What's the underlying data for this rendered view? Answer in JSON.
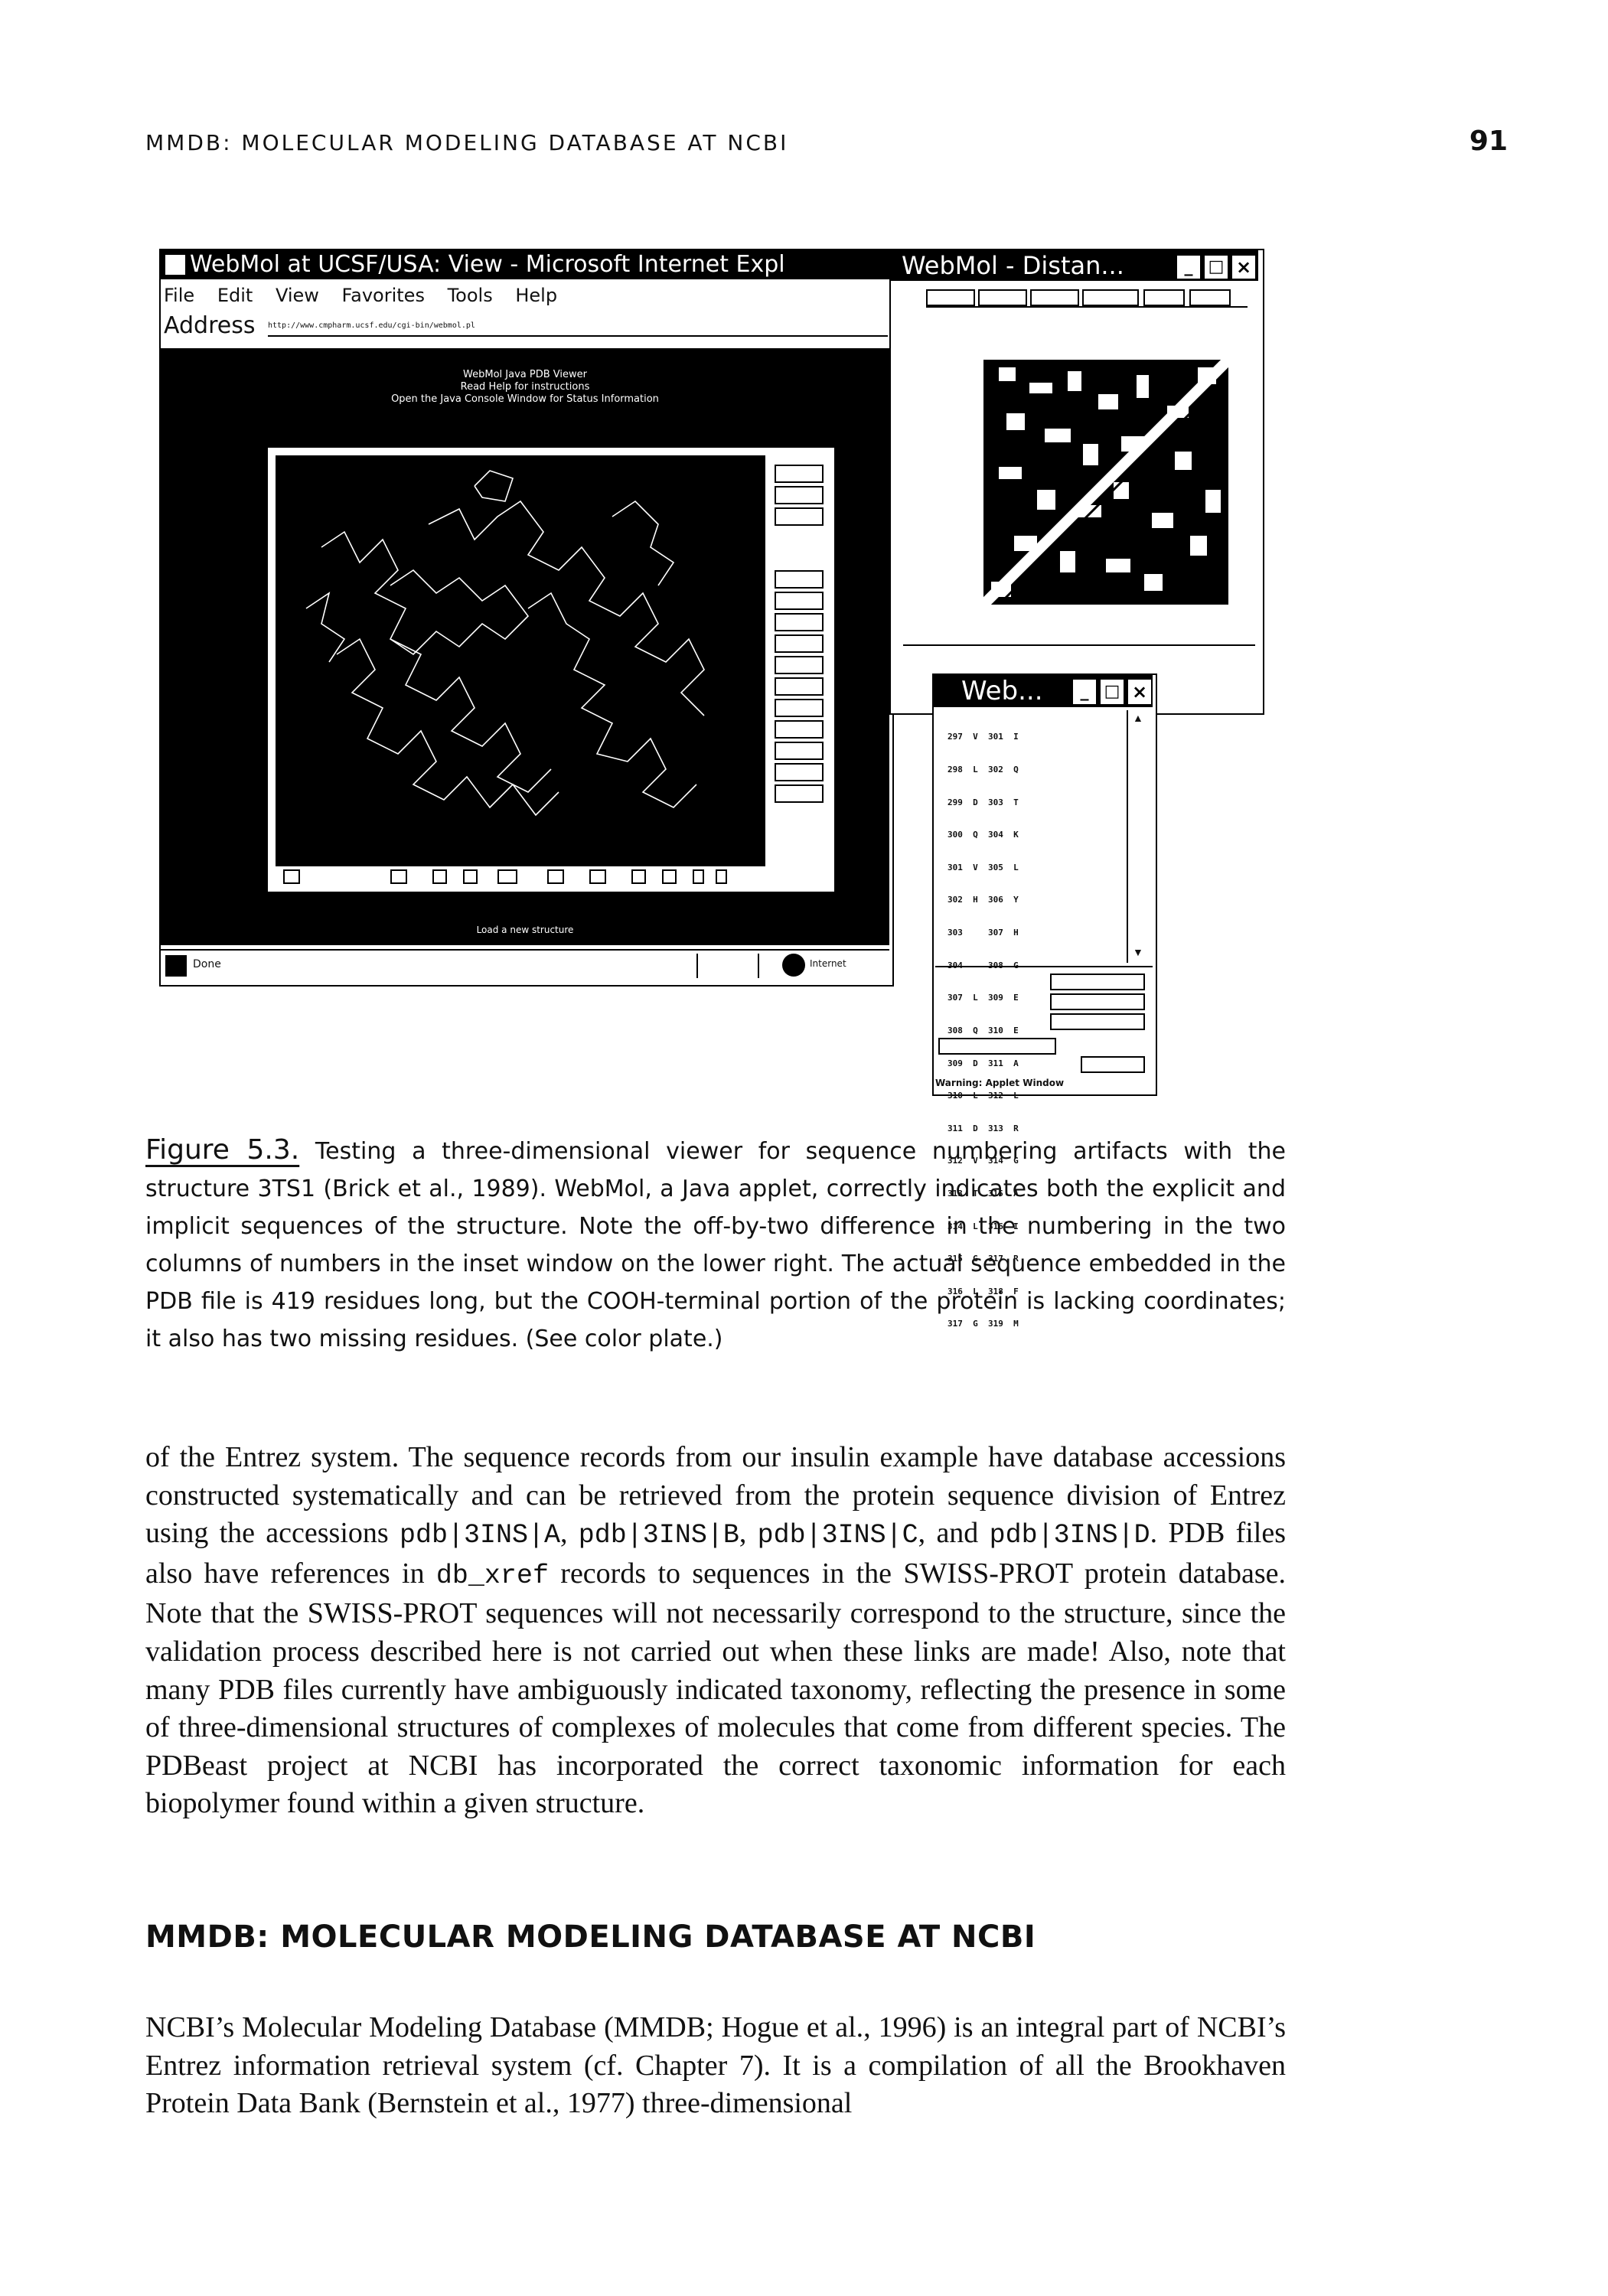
{
  "running_head": {
    "title": "MMDB: MOLECULAR MODELING DATABASE AT NCBI",
    "page_number": "91"
  },
  "figure": {
    "ie_window": {
      "title": "WebMol at UCSF/USA: View - Microsoft Internet Expl",
      "menu": [
        "File",
        "Edit",
        "View",
        "Favorites",
        "Tools",
        "Help"
      ],
      "address_label": "Address",
      "address_value": "http://www.cmpharm.ucsf.edu/cgi-bin/webmol.pl",
      "applet_heading": [
        "WebMol Java PDB Viewer",
        "Read Help for instructions",
        "Open the Java Console Window for Status Information"
      ],
      "side_buttons": [
        "",
        "",
        "",
        "",
        "",
        "",
        "",
        "",
        "",
        "",
        "",
        "",
        "",
        ""
      ],
      "status_line": "Load a new structure",
      "done_label": "Done",
      "zone_label": "Internet"
    },
    "distance_window": {
      "title": "WebMol - Distan...",
      "controls": [
        "_",
        "□",
        "×"
      ]
    },
    "sequence_window": {
      "title": "Web...",
      "controls": [
        "_",
        "□",
        "×"
      ],
      "warning": "Warning: Applet Window",
      "rows": [
        "297  V  301  I",
        "298  L  302  Q",
        "299  D  303  T",
        "300  Q  304  K",
        "301  V  305  L",
        "302  H  306  Y",
        "303     307  H",
        "304     308  G",
        "307  L  309  E",
        "308  Q  310  E",
        "309  D  311  A",
        "310  L  312  L",
        "311  D  313  R",
        "312  V  314  G",
        "313  T  315  A",
        "314  L  316  I",
        "315  G  317  R",
        "316  L  318  F",
        "317  G  319  M"
      ]
    }
  },
  "caption": {
    "label": "Figure 5.3.",
    "text": "Testing a three-dimensional viewer for sequence numbering artifacts with the structure 3TS1 (Brick et al., 1989). WebMol, a Java applet, correctly indicates both the explicit and implicit sequences of the structure. Note the off-by-two difference in the numbering in the two columns of numbers in the inset window on the lower right. The actual sequence embedded in the PDB file is 419 residues long, but the COOH-terminal portion of the protein is lacking coordinates; it also has two missing residues. (See color plate.)"
  },
  "body": {
    "p1_part1": "of the Entrez system. The sequence records from our insulin example have database accessions constructed systematically and can be retrieved from the protein sequence division of Entrez using the accessions ",
    "acc1": "pdb|3INS|A",
    "sep1": ", ",
    "acc2": "pdb|3INS|B",
    "sep2": ", ",
    "acc3": "pdb|3INS|C",
    "sep3": ", and ",
    "acc4": "pdb|3INS|D",
    "p1_part2": ". PDB files also have references in ",
    "db_xref": "db_xref",
    "p1_part3": " records to sequences in the SWISS-PROT protein database. Note that the SWISS-PROT sequences will not necessarily correspond to the structure, since the validation process described here is not carried out when these links are made! Also, note that many PDB files currently have ambiguously indicated taxonomy, reflecting the presence in some of three-dimensional structures of complexes of molecules that come from different species. The PDBeast project at NCBI has incorporated the correct taxonomic information for each biopolymer found within a given structure.",
    "section_heading": "MMDB: MOLECULAR MODELING DATABASE AT NCBI",
    "p2": "NCBI’s Molecular Modeling Database (MMDB; Hogue et al., 1996) is an integral part of NCBI’s Entrez information retrieval system (cf. Chapter 7). It is a compilation of all the Brookhaven Protein Data Bank (Bernstein et al., 1977) three-dimensional"
  }
}
